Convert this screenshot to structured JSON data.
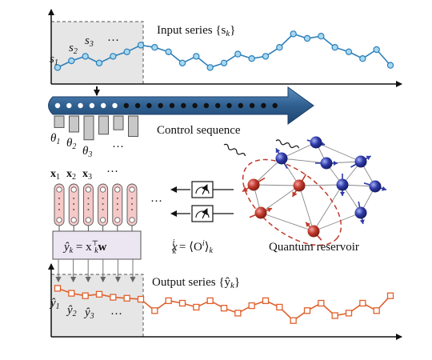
{
  "labels": {
    "input_series": "Input series {s",
    "input_series_sub": "k",
    "input_series_close": "}",
    "control_sequence": "Control sequence",
    "output_series": "Output series {ŷ",
    "output_series_sub": "k",
    "output_series_close": "}",
    "quantum_reservoir": "Quantum reservoir",
    "readout_formula": "ŷ",
    "readout_formula_rest": " = x",
    "readout_formula_T": "⊤",
    "readout_formula_w": "w",
    "observable_lhs": "x",
    "observable_rhs": "= ⟨O",
    "observable_close": "⟩",
    "ellipsis": "···"
  },
  "input_labels": [
    {
      "base": "s",
      "sub": "1"
    },
    {
      "base": "s",
      "sub": "2"
    },
    {
      "base": "s",
      "sub": "3"
    }
  ],
  "theta_labels": [
    {
      "base": "θ",
      "sub": "1"
    },
    {
      "base": "θ",
      "sub": "2"
    },
    {
      "base": "θ",
      "sub": "3"
    }
  ],
  "feature_labels": [
    {
      "base": "x",
      "sub": "1"
    },
    {
      "base": "x",
      "sub": "2"
    },
    {
      "base": "x",
      "sub": "3"
    }
  ],
  "output_labels": [
    {
      "base": "ŷ",
      "sub": "1"
    },
    {
      "base": "ŷ",
      "sub": "2"
    },
    {
      "base": "ŷ",
      "sub": "3"
    }
  ],
  "colors": {
    "input_series": "#2c7fb8",
    "input_marker_fill": "#a6d8f0",
    "output_series": "#e0602b",
    "arrow_body": "#3a6e9e",
    "qubit_red": "#c0392b",
    "qubit_blue": "#2e3aa8",
    "feature_fill": "#f6c9c9",
    "readout_fill": "#ece6f3",
    "shaded_window": "#e6e6e6"
  },
  "chart_data": [
    {
      "type": "line",
      "role": "input",
      "y": [
        0.1,
        0.25,
        0.35,
        0.2,
        0.35,
        0.45,
        0.6,
        0.55,
        0.45,
        0.2,
        0.35,
        0.1,
        0.2,
        0.4,
        0.3,
        0.35,
        0.55,
        0.85,
        0.75,
        0.8,
        0.55,
        0.45,
        0.3,
        0.5,
        0.15
      ]
    },
    {
      "type": "line",
      "role": "output",
      "y": [
        0.8,
        0.7,
        0.65,
        0.68,
        0.62,
        0.6,
        0.58,
        0.35,
        0.55,
        0.5,
        0.42,
        0.55,
        0.4,
        0.3,
        0.45,
        0.55,
        0.42,
        0.15,
        0.35,
        0.5,
        0.25,
        0.3,
        0.5,
        0.35,
        0.65
      ]
    }
  ],
  "control_steps": {
    "white_dots": 6,
    "black_dots": 14,
    "bars": [
      0.3,
      0.5,
      0.85,
      0.6,
      0.4,
      0.7
    ]
  },
  "reservoir": {
    "red_qubits": 4,
    "blue_qubits": 7,
    "readouts": 2
  }
}
